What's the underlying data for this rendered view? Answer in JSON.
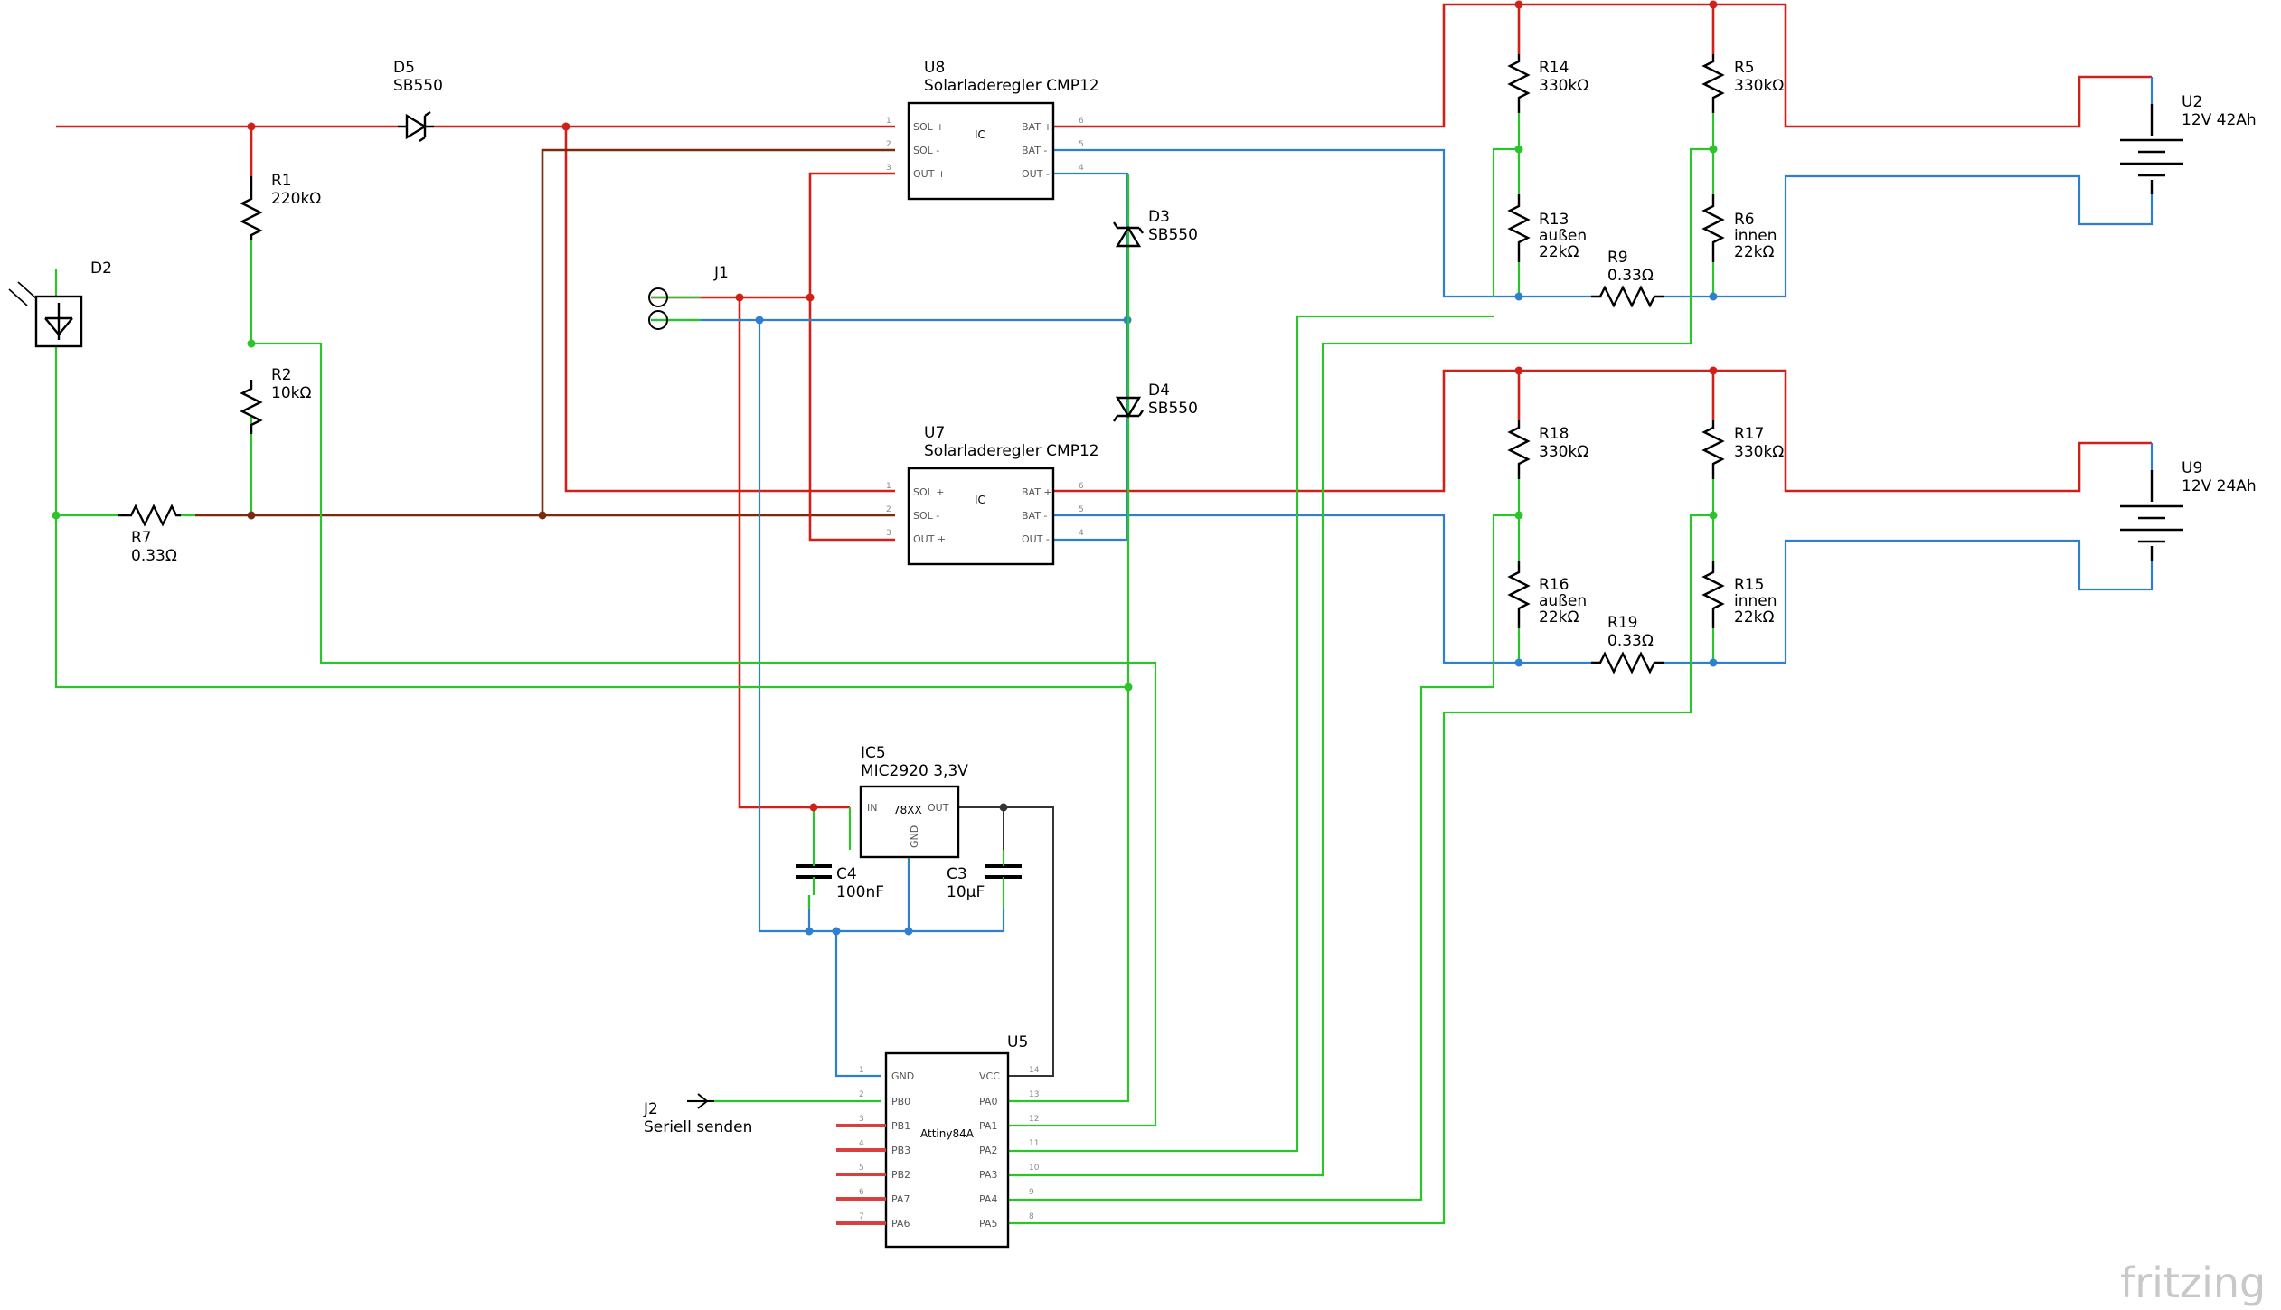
{
  "parts": {
    "u8": {
      "ref": "U8",
      "name": "Solarladeregler CMP12",
      "center": "IC"
    },
    "u7": {
      "ref": "U7",
      "name": "Solarladeregler CMP12",
      "center": "IC"
    },
    "cmp_pins_left": [
      {
        "num": "1",
        "label": "SOL +"
      },
      {
        "num": "2",
        "label": "SOL -"
      },
      {
        "num": "3",
        "label": "OUT +"
      }
    ],
    "cmp_pins_right": [
      {
        "num": "6",
        "label": "BAT +"
      },
      {
        "num": "5",
        "label": "BAT -"
      },
      {
        "num": "4",
        "label": "OUT -"
      }
    ],
    "d5": {
      "ref": "D5",
      "value": "SB550"
    },
    "d3": {
      "ref": "D3",
      "value": "SB550"
    },
    "d4": {
      "ref": "D4",
      "value": "SB550"
    },
    "d2": {
      "ref": "D2"
    },
    "r1": {
      "ref": "R1",
      "value": "220kΩ"
    },
    "r2": {
      "ref": "R2",
      "value": "10kΩ"
    },
    "r7": {
      "ref": "R7",
      "value": "0.33Ω"
    },
    "j1": {
      "ref": "J1"
    },
    "j2": {
      "ref": "J2",
      "value": "Seriell senden"
    },
    "r14": {
      "ref": "R14",
      "value": "330kΩ"
    },
    "r13": {
      "ref": "R13",
      "value1": "außen",
      "value2": "22kΩ"
    },
    "r5": {
      "ref": "R5",
      "value": "330kΩ"
    },
    "r6": {
      "ref": "R6",
      "value1": "innen",
      "value2": "22kΩ"
    },
    "r9": {
      "ref": "R9",
      "value": "0.33Ω"
    },
    "r18": {
      "ref": "R18",
      "value": "330kΩ"
    },
    "r16": {
      "ref": "R16",
      "value1": "außen",
      "value2": "22kΩ"
    },
    "r17": {
      "ref": "R17",
      "value": "330kΩ"
    },
    "r15": {
      "ref": "R15",
      "value1": "innen",
      "value2": "22kΩ"
    },
    "r19": {
      "ref": "R19",
      "value": "0.33Ω"
    },
    "u2": {
      "ref": "U2",
      "value": "12V 42Ah"
    },
    "u9": {
      "ref": "U9",
      "value": "12V 24Ah"
    },
    "ic5": {
      "ref": "IC5",
      "value": "MIC2920 3,3V",
      "center": "78XX",
      "pin_in": "IN",
      "pin_out": "OUT",
      "pin_gnd": "GND"
    },
    "c4": {
      "ref": "C4",
      "value": "100nF"
    },
    "c3": {
      "ref": "C3",
      "value": "10µF"
    },
    "u5": {
      "ref": "U5",
      "center": "Attiny84A",
      "left_pins": [
        {
          "num": "1",
          "label": "GND"
        },
        {
          "num": "2",
          "label": "PB0"
        },
        {
          "num": "3",
          "label": "PB1"
        },
        {
          "num": "4",
          "label": "PB3"
        },
        {
          "num": "5",
          "label": "PB2"
        },
        {
          "num": "6",
          "label": "PA7"
        },
        {
          "num": "7",
          "label": "PA6"
        }
      ],
      "right_pins": [
        {
          "num": "14",
          "label": "VCC"
        },
        {
          "num": "13",
          "label": "PA0"
        },
        {
          "num": "12",
          "label": "PA1"
        },
        {
          "num": "11",
          "label": "PA2"
        },
        {
          "num": "10",
          "label": "PA3"
        },
        {
          "num": "9",
          "label": "PA4"
        },
        {
          "num": "8",
          "label": "PA5"
        }
      ]
    }
  },
  "colors": {
    "plus": "#d0201a",
    "minus": "#2f7fd0",
    "signal": "#2bc42b",
    "solar_minus": "#7a2a10"
  },
  "brand": "fritzing"
}
